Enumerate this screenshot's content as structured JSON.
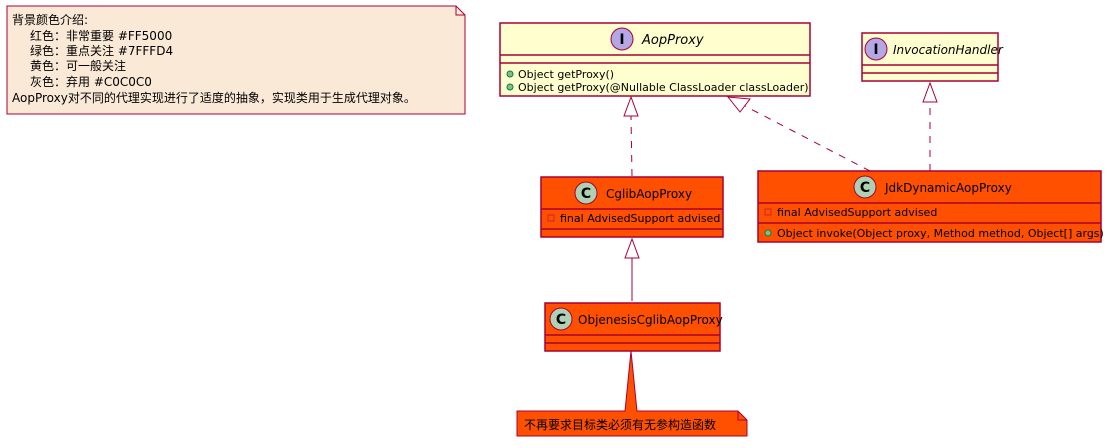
{
  "legend_note": {
    "title": "背景颜色介绍:",
    "lines": [
      "红色：非常重要 #FF5000",
      "绿色：重点关注 #7FFFD4",
      "黄色：可一般关注",
      "灰色：弃用 #C0C0C0"
    ],
    "summary": "AopProxy对不同的代理实现进行了适度的抽象，实现类用于生成代理对象。"
  },
  "classes": {
    "aop_proxy": {
      "stereotype": "I",
      "name": "AopProxy",
      "methods": [
        "Object getProxy()",
        "Object getProxy(@Nullable ClassLoader classLoader)"
      ]
    },
    "invocation_handler": {
      "stereotype": "I",
      "name": "InvocationHandler"
    },
    "cglib_aop_proxy": {
      "stereotype": "C",
      "name": "CglibAopProxy",
      "fields": [
        "final AdvisedSupport advised"
      ]
    },
    "jdk_dynamic_aop_proxy": {
      "stereotype": "C",
      "name": "JdkDynamicAopProxy",
      "fields": [
        "final AdvisedSupport advised"
      ],
      "methods": [
        "Object invoke(Object proxy, Method method, Object[] args)"
      ]
    },
    "objenesis_cglib_aop_proxy": {
      "stereotype": "C",
      "name": "ObjenesisCglibAopProxy"
    }
  },
  "bottom_note": {
    "text": "不再要求目标类必须有无参构造函数"
  },
  "colors": {
    "important": "#FF5000",
    "interface": "#FEFECE",
    "note": "#FBE9D7",
    "border": "#A80036",
    "interface_badge": "#B4A7E5",
    "class_badge": "#ADD1B2"
  }
}
